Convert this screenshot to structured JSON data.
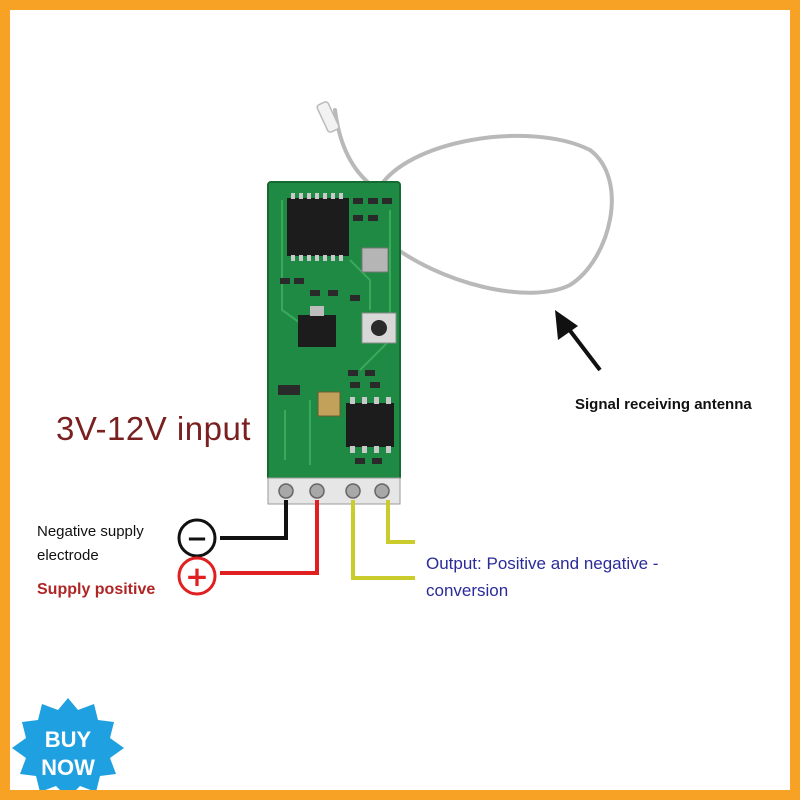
{
  "labels": {
    "input": "3V-12V input",
    "antenna": "Signal receiving antenna",
    "negative": "Negative supply electrode",
    "positive": "Supply positive",
    "output": "Output: Positive and negative - conversion"
  },
  "symbols": {
    "minus": "−",
    "plus": "+"
  },
  "badge": {
    "line1": "BUY",
    "line2": "NOW"
  },
  "colors": {
    "border": "#f7a224",
    "pcb": "#1f8a43",
    "negative_wire": "#111111",
    "positive_wire": "#e02020",
    "output_wire": "#c9cc2a",
    "badge": "#1fa0e0"
  }
}
